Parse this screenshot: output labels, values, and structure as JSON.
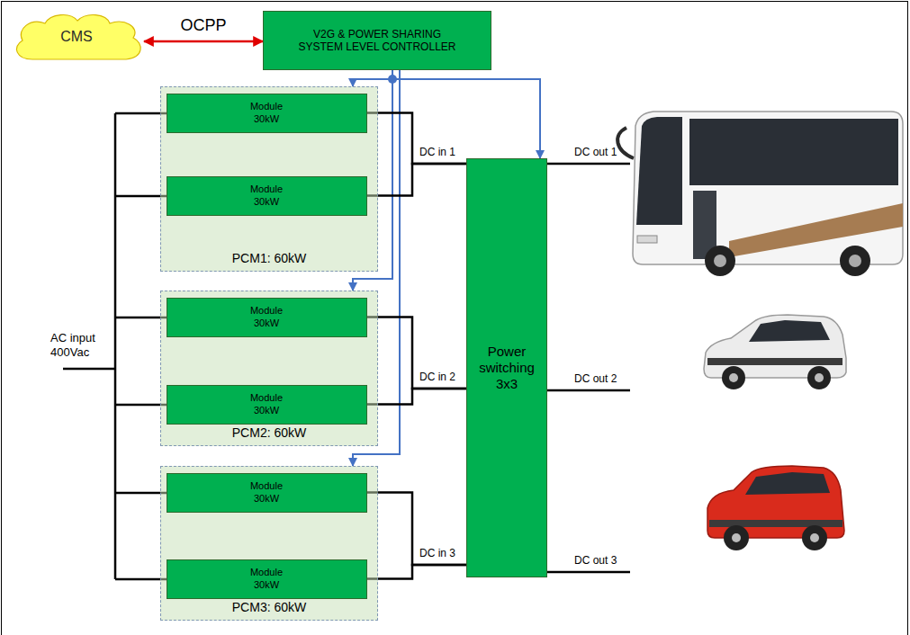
{
  "diagram": {
    "nodes": [
      {
        "text": [
          "CMS"
        ]
      },
      {
        "text": [
          "V2G & POWER SHARING SYSTEM LEVEL CONTROLLER"
        ]
      },
      {
        "text": [
          "PCM1: 60kW"
        ]
      },
      {
        "text": [
          "Module 30kW"
        ],
        "in": 2
      },
      {
        "text": [
          "Module 30kW"
        ],
        "in": 2
      },
      {
        "text": [
          "PCM2: 60kW"
        ]
      },
      {
        "text": [
          "Module 30kW"
        ],
        "in": 5
      },
      {
        "text": [
          "Module 30kW"
        ],
        "in": 5
      },
      {
        "text": [
          "PCM3: 60kW"
        ]
      },
      {
        "text": [
          "Module 30kW"
        ],
        "in": 8
      },
      {
        "text": [
          "Module 30kW"
        ],
        "in": 8
      },
      {
        "text": [
          "Power switching 3x3"
        ]
      }
    ],
    "edges": [
      {
        "from": 0,
        "to": 1,
        "arrow": "both",
        "label": "OCPP"
      },
      {
        "from": 1,
        "to": 2,
        "arrow": "to"
      },
      {
        "from": 1,
        "to": 5,
        "arrow": "to"
      },
      {
        "from": 1,
        "to": 8,
        "arrow": "to"
      },
      {
        "from": 1,
        "to": 11,
        "arrow": "to"
      },
      {
        "from": 3,
        "to": 11,
        "arrow": "none"
      },
      {
        "from": 4,
        "to": 11,
        "arrow": "none"
      },
      {
        "from": 6,
        "to": 11,
        "arrow": "none"
      },
      {
        "from": 7,
        "to": 11,
        "arrow": "none"
      },
      {
        "from": 9,
        "to": 11,
        "arrow": "none"
      },
      {
        "from": 10,
        "to": 11,
        "arrow": "none"
      }
    ],
    "labels": [
      "AC input 400Vac",
      "DC in 1",
      "DC in 2",
      "DC in 3",
      "DC out 1",
      "DC out 2",
      "DC out 3"
    ]
  }
}
